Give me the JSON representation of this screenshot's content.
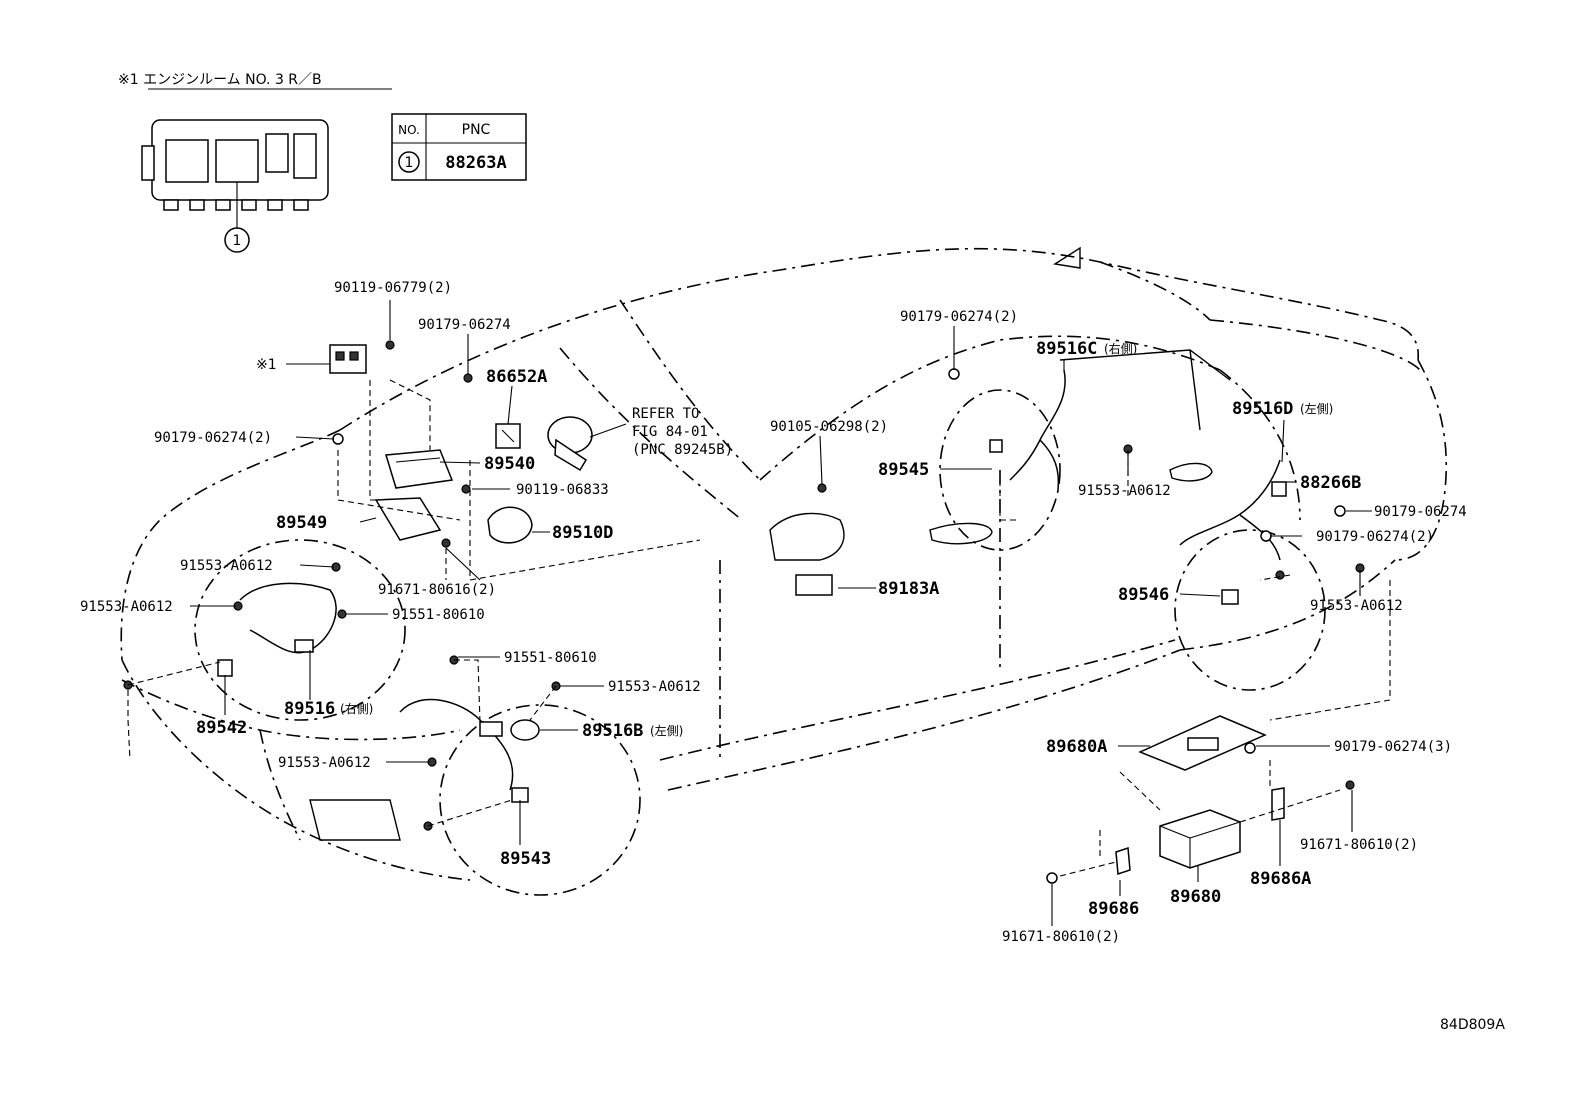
{
  "header": {
    "note": "※1 エンジンルーム NO. 3 R／B",
    "circled_one": "1",
    "pnc_table": {
      "col_no": "NO.",
      "col_pnc": "PNC",
      "row_no": "1",
      "row_pnc": "88263A"
    }
  },
  "labels": {
    "ref_mark": "※1",
    "p90119_06779": "90119-06779(2)",
    "p90179_06274_a": "90179-06274",
    "p86652A": "86652A",
    "p90179_06274_b": "90179-06274(2)",
    "p89540": "89540",
    "p90119_06833": "90119-06833",
    "p89549": "89549",
    "p89510D": "89510D",
    "p91553_A0612_a": "91553-A0612",
    "p91671_80616": "91671-80616(2)",
    "p91553_A0612_b": "91553-A0612",
    "p91551_80610_a": "91551-80610",
    "p91551_80610_b": "91551-80610",
    "p91553_A0612_c": "91553-A0612",
    "p89516": "89516",
    "p89516_side": "(右側)",
    "p89542": "89542",
    "p89516B": "89516B",
    "p89516B_side": "(左側)",
    "p91553_A0612_d": "91553-A0612",
    "p89543": "89543",
    "refer_1": "REFER TO",
    "refer_2": "FIG 84-01",
    "refer_3": "(PNC 89245B)",
    "p90179_06274_c": "90179-06274(2)",
    "p89516C": "89516C",
    "p89516C_side": "(右側)",
    "p90105_06298": "90105-06298(2)",
    "p89545": "89545",
    "p91553_A0612_e": "91553-A0612",
    "p89183A": "89183A",
    "p89516D": "89516D",
    "p89516D_side": "(左側)",
    "p88266B": "88266B",
    "p90179_06274_d": "90179-06274",
    "p90179_06274_e": "90179-06274(2)",
    "p89546": "89546",
    "p91553_A0612_f": "91553-A0612",
    "p89680A": "89680A",
    "p90179_06274_f": "90179-06274(3)",
    "p91671_80610_a": "91671-80610(2)",
    "p89686": "89686",
    "p89680": "89680",
    "p89686A": "89686A",
    "p91671_80610_b": "91671-80610(2)",
    "figure_id": "84D809A"
  }
}
